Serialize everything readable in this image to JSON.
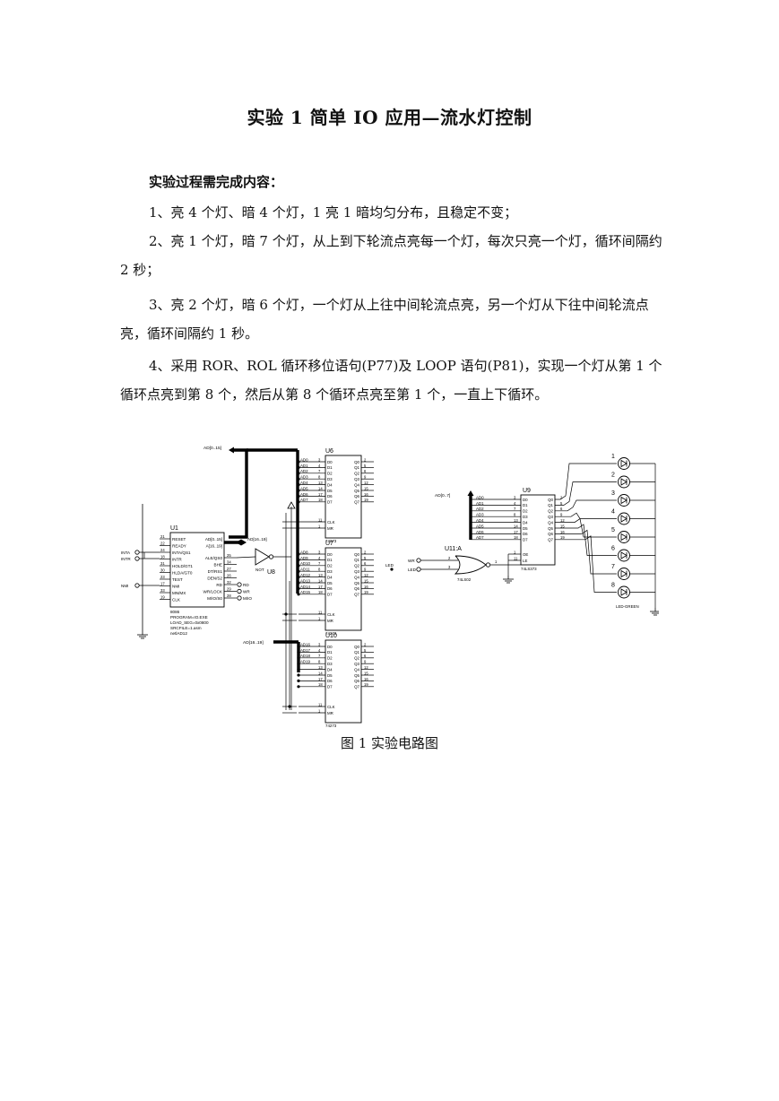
{
  "document": {
    "title": "实验 1  简单 IO 应用—流水灯控制",
    "section_heading": "实验过程需完成内容：",
    "paragraphs": [
      "1、亮 4 个灯、暗 4 个灯，1 亮 1 暗均匀分布，且稳定不变；",
      "2、亮 1 个灯，暗 7 个灯，从上到下轮流点亮每一个灯，每次只亮一个灯，循环间隔约 2 秒；",
      "3、亮 2 个灯，暗 6 个灯，一个灯从上往中间轮流点亮，另一个灯从下往中间轮流点亮，循环间隔约 1 秒。",
      "4、采用 ROR、ROL 循环移位语句(P77)及 LOOP 语句(P81)，实现一个灯从第 1 个循环点亮到第 8 个，然后从第 8 个循环点亮至第 1 个，一直上下循环。"
    ],
    "figure_caption": "图 1  实验电路图"
  },
  "circuit": {
    "bus_labels": {
      "ad_top": "AD[0..15]",
      "ad_16_19": "AD[16..19]",
      "ad_u9": "AD[0..7]"
    },
    "u1": {
      "ref": "U1",
      "left_pins": [
        "RESET",
        "READY",
        "INTA/QS1",
        "INTR",
        "HOLD/GT1",
        "HLDA/GT0",
        "TEST",
        "NMI",
        "MN/MX",
        "CLK"
      ],
      "left_nums": [
        "21",
        "22",
        "24",
        "18",
        "31",
        "30",
        "23",
        "17",
        "33",
        "19"
      ],
      "right_pins": [
        "AD[0..15]",
        "A[16..19]",
        "ALE/QS0",
        "BHE",
        "DT/RS1",
        "DEN/S2",
        "RD",
        "WR/LOCK",
        "M/IO/S0"
      ],
      "right_nums": [
        "",
        "",
        "25",
        "34",
        "27",
        "26",
        "32",
        "29",
        "28"
      ],
      "notes": [
        "8086",
        "PROGRAM=IO.EXE",
        "LOAD_SEG=0x0800",
        "SRCFILE=1.asm",
        "netlAD12"
      ],
      "ext_inputs": [
        "INTA",
        "INTR",
        "NMI"
      ],
      "out_labels": [
        "RD",
        "WR",
        "M/IO"
      ]
    },
    "u8": {
      "ref": "U8",
      "type": "NOT",
      "bus": "AD[16..19]"
    },
    "u6": {
      "ref": "U6",
      "part": "74273",
      "in_labels": [
        "AD0",
        "AD1",
        "AD2",
        "AD3",
        "AD4",
        "AD5",
        "AD6",
        "AD7"
      ],
      "in_nums": [
        "3",
        "4",
        "7",
        "8",
        "13",
        "14",
        "17",
        "18"
      ],
      "d_pins": [
        "D0",
        "D1",
        "D2",
        "D3",
        "D4",
        "D5",
        "D6",
        "D7"
      ],
      "q_pins": [
        "Q0",
        "Q1",
        "Q2",
        "Q3",
        "Q4",
        "Q5",
        "Q6",
        "Q7"
      ],
      "out_nums": [
        "2",
        "5",
        "6",
        "9",
        "12",
        "15",
        "16",
        "19"
      ],
      "clk": "CLK",
      "mr": "MR",
      "clk_num": "11",
      "mr_num": "1"
    },
    "u7": {
      "ref": "U7",
      "part": "74273",
      "in_labels": [
        "AD8",
        "AD9",
        "AD10",
        "AD11",
        "AD12",
        "AD13",
        "AD14",
        "AD15"
      ],
      "in_nums": [
        "3",
        "4",
        "7",
        "8",
        "13",
        "14",
        "17",
        "18"
      ],
      "out_label": "LED"
    },
    "u10": {
      "ref": "U10",
      "part": "74273",
      "in_labels": [
        "AD16",
        "AD17",
        "AD18",
        "AD19",
        "",
        "",
        "",
        ""
      ],
      "in_nums": [
        "3",
        "4",
        "7",
        "8",
        "13",
        "14",
        "17",
        "18"
      ]
    },
    "u11": {
      "ref": "U11:A",
      "part": "74LS02",
      "inputs": [
        "WR",
        "LED"
      ],
      "in_nums": [
        "2",
        "3"
      ],
      "out_num": "1"
    },
    "u9": {
      "ref": "U9",
      "part": "74LS373",
      "in_labels": [
        "AD0",
        "AD1",
        "AD2",
        "AD3",
        "AD4",
        "AD5",
        "AD6",
        "AD7"
      ],
      "in_nums": [
        "3",
        "4",
        "7",
        "8",
        "13",
        "14",
        "17",
        "18"
      ],
      "out_nums": [
        "2",
        "5",
        "6",
        "9",
        "12",
        "15",
        "16",
        "19"
      ],
      "oe": "OE",
      "le": "LE",
      "oe_num": "1",
      "le_num": "11"
    },
    "leds": {
      "numbers": [
        "1",
        "2",
        "3",
        "4",
        "5",
        "6",
        "7",
        "8"
      ],
      "part": "LED-GREEN"
    }
  }
}
